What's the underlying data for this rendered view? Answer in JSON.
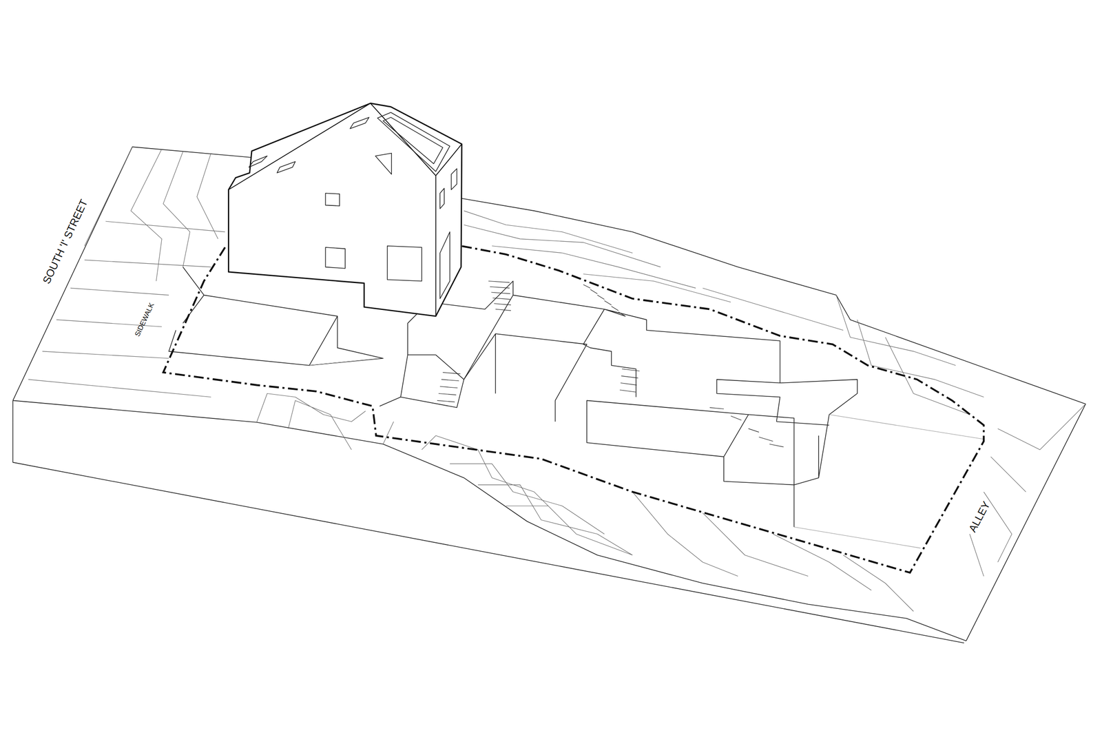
{
  "diagram": {
    "labels": [
      "SOUTH 'I' STREET",
      "SIDEWALK",
      "ALLEY"
    ]
  }
}
